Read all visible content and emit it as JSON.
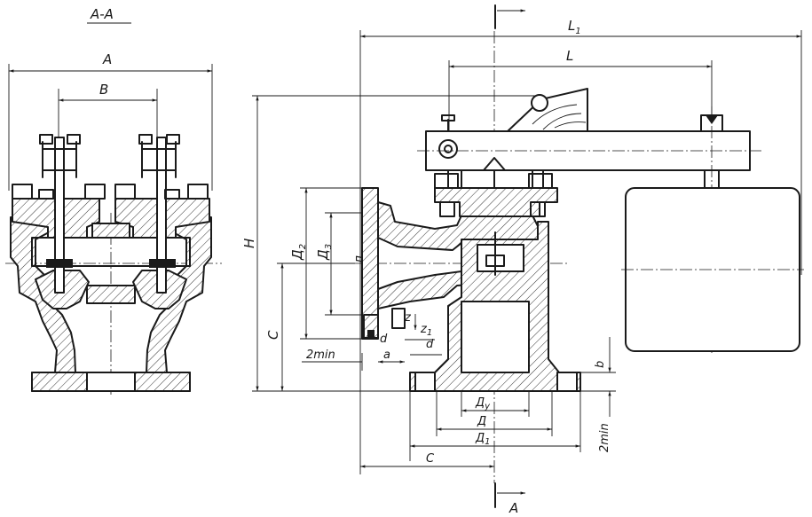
{
  "view": {
    "section_title": "A-A",
    "section_mark": "A"
  },
  "dimensions": {
    "A": "A",
    "B": "B",
    "L1": "L",
    "L1_sub": "1",
    "L": "L",
    "H": "H",
    "C": "C",
    "D2": "Д",
    "D2_sub": "2",
    "D3": "Д",
    "D3_sub": "3",
    "Dy_side": "Д",
    "Dy_side_sub": "у",
    "z": "z",
    "z1": "z",
    "z1_sub": "1",
    "d_left": "d",
    "d_right": "d",
    "a_left": "a",
    "twomin_left": "2min",
    "b": "b",
    "Dy_bottom": "Д",
    "Dy_bottom_sub": "у",
    "D_bottom": "Д",
    "D1_bottom": "Д",
    "D1_bottom_sub": "1",
    "C_bottom": "C",
    "twomin_right": "2min"
  },
  "colors": {
    "line": "#1a1a1a",
    "background": "#ffffff"
  }
}
